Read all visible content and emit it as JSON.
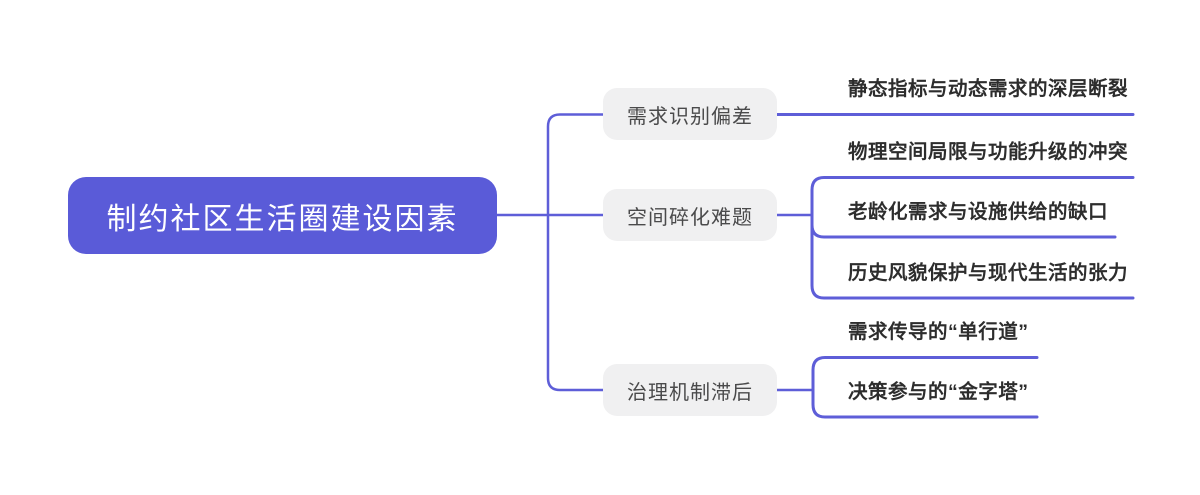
{
  "diagram": {
    "type": "mindmap",
    "colors": {
      "root_fill": "#5a5bd8",
      "root_text": "#ffffff",
      "branch_fill": "#f0f0f1",
      "branch_text": "#4a4a4b",
      "leaf_text": "#2d2d2d",
      "line": "#5e5ed8",
      "background": "#ffffff"
    }
  },
  "root": {
    "label": "制约社区生活圈建设因素"
  },
  "branches": [
    {
      "label": "需求识别偏差",
      "children": [
        "静态指标与动态需求的深层断裂"
      ]
    },
    {
      "label": "空间碎化难题",
      "children": [
        "物理空间局限与功能升级的冲突",
        "老龄化需求与设施供给的缺口",
        "历史风貌保护与现代生活的张力"
      ]
    },
    {
      "label": "治理机制滞后",
      "children": [
        "需求传导的“单行道”",
        "决策参与的“金字塔”"
      ]
    }
  ]
}
